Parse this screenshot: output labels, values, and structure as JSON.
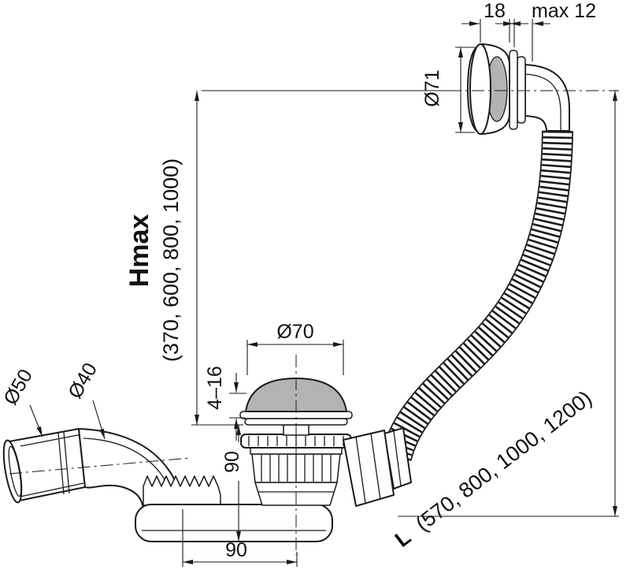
{
  "diagram": {
    "type": "technical-drawing",
    "subject": "bath waste, overflow and filling set - dimensional drawing",
    "colors": {
      "line": "#1a1a1a",
      "metal_gray": "#b3b3b3",
      "background": "#ffffff"
    },
    "labels": {
      "cap_width": "18",
      "cap_clamp_max": "max 12",
      "overflow_diameter": "Ø71",
      "hmax_label": "Hmax",
      "hmax_values": "(370, 600, 800, 1000)",
      "plug_diameter": "Ø70",
      "plug_travel": "4–16",
      "pipe_outer_diameter": "Ø50",
      "pipe_inner_diameter": "Ø40",
      "body_height": "90",
      "body_offset": "90",
      "length_label": "L",
      "length_values": "(570, 800, 1000, 1200)"
    }
  }
}
